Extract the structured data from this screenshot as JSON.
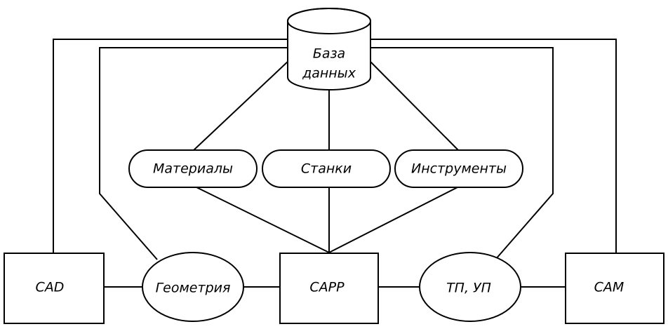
{
  "database": {
    "line1": "База",
    "line2": "данных"
  },
  "resources": {
    "materials": "Материалы",
    "machines": "Станки",
    "tools": "Инструменты"
  },
  "modules": {
    "cad": "CAD",
    "geometry": "Геометрия",
    "capp": "CAPP",
    "tp_up": "ТП, УП",
    "cam": "CAM"
  }
}
